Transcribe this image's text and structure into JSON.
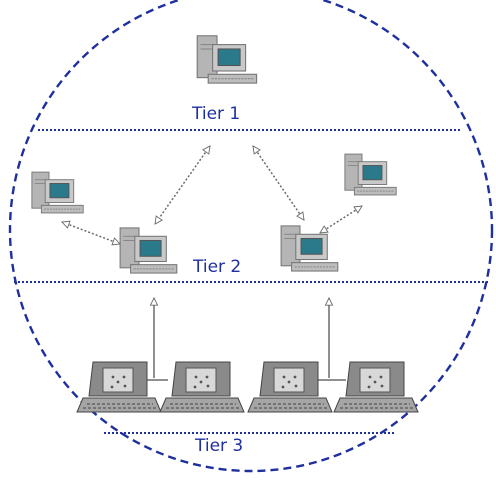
{
  "tiers": [
    {
      "label": "Tier 1"
    },
    {
      "label": "Tier 2"
    },
    {
      "label": "Tier 3"
    }
  ],
  "colors": {
    "boundary": "#1e2f9e",
    "arrow": "#6b6b6b",
    "pc_body": "#c6c6c6",
    "pc_screen": "#2a7a8c",
    "terminal_body": "#8a8a8a",
    "terminal_screen": "#d8d8d8"
  },
  "icons": [
    "desktop-computer-icon",
    "terminal-icon"
  ]
}
